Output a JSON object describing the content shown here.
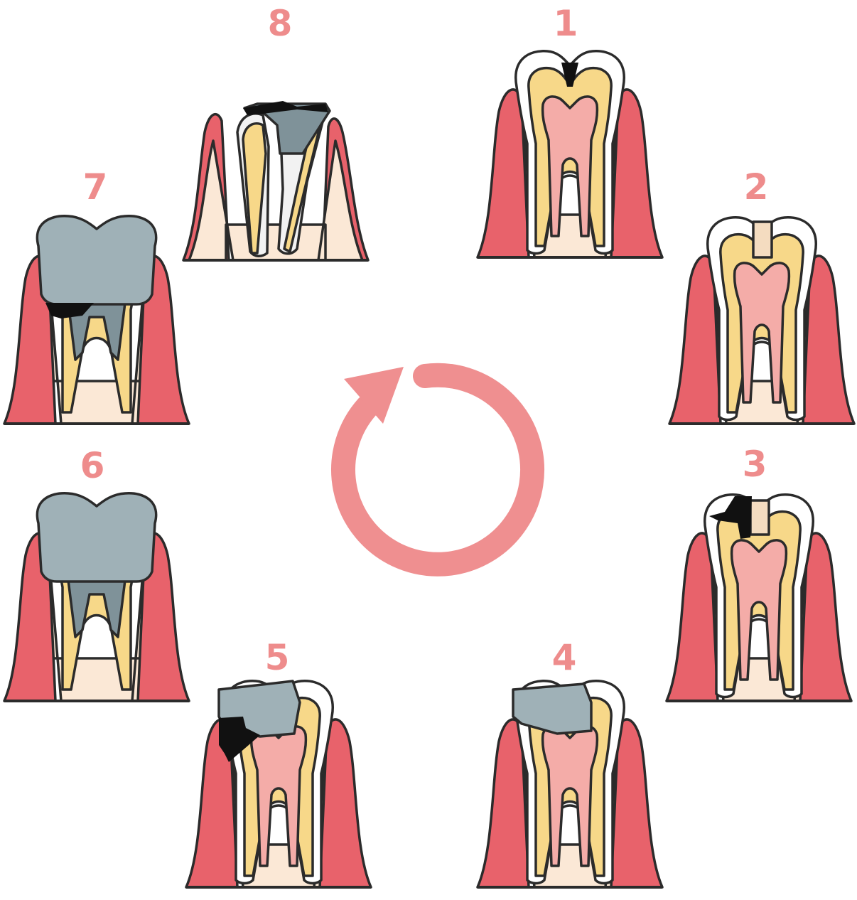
{
  "colors": {
    "label": "#ee8c8c",
    "cycle_arrow": "#ef8f90",
    "gum": "#e8626b",
    "bone": "#fbe8d6",
    "enamel": "#ffffff",
    "dentin": "#f7d889",
    "pulp": "#f4aca8",
    "decay": "#111111",
    "filling": "#9fb1b7",
    "filling_dark": "#7f9299",
    "outline": "#2b2b2b"
  },
  "stages": [
    {
      "label": "1",
      "state": "small-cavity"
    },
    {
      "label": "2",
      "state": "small-filling"
    },
    {
      "label": "3",
      "state": "recurrent-decay"
    },
    {
      "label": "4",
      "state": "large-filling"
    },
    {
      "label": "5",
      "state": "decay-under-filling"
    },
    {
      "label": "6",
      "state": "post-and-crown"
    },
    {
      "label": "7",
      "state": "decay-under-crown"
    },
    {
      "label": "8",
      "state": "fractured-root"
    }
  ],
  "cycle_icon": "clockwise-cycle-arrow-icon"
}
